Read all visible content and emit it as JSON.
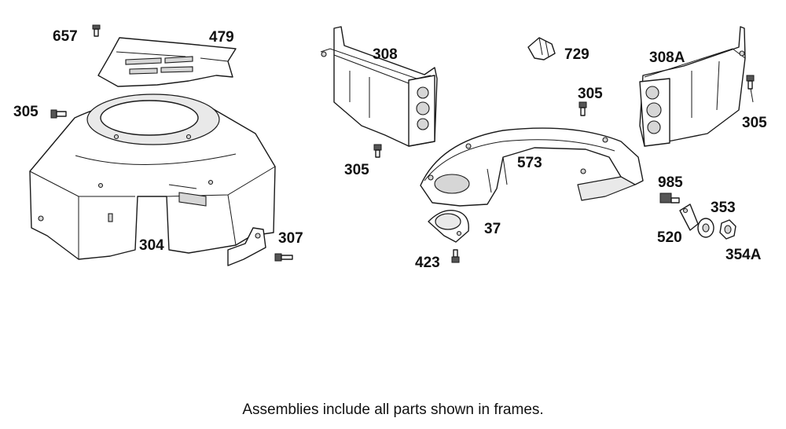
{
  "callouts": {
    "p657": "657",
    "p479": "479",
    "p305a": "305",
    "p304": "304",
    "p307": "307",
    "p308": "308",
    "p305b": "305",
    "p729": "729",
    "p305c": "305",
    "p573": "573",
    "p308a": "308A",
    "p305d": "305",
    "p985": "985",
    "p353": "353",
    "p520": "520",
    "p354a": "354A",
    "p37": "37",
    "p423": "423"
  },
  "caption": "Assemblies include all parts shown in frames."
}
